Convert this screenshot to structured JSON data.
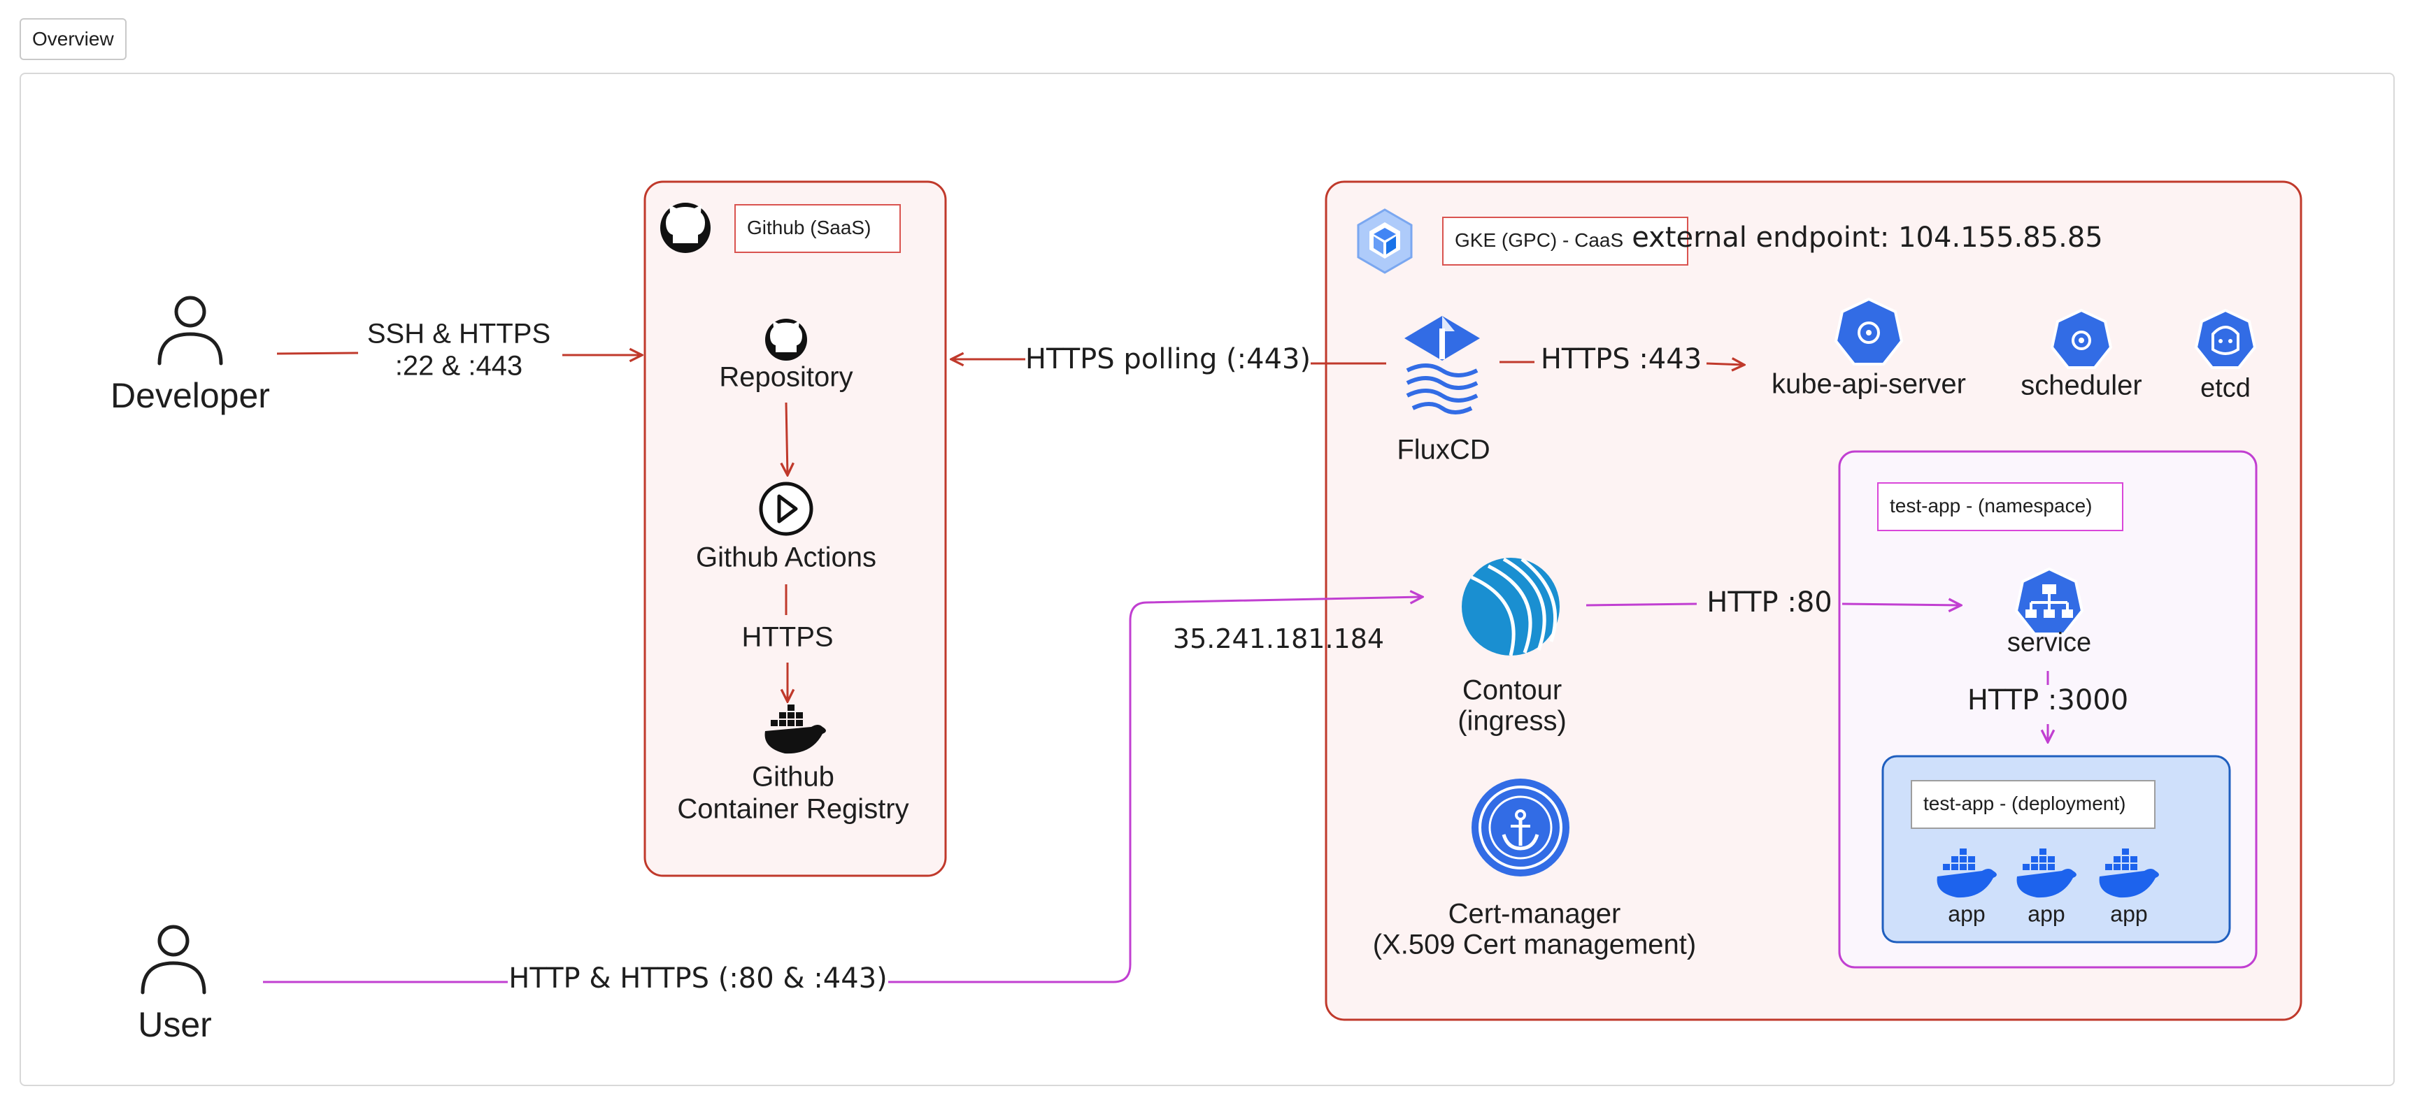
{
  "tabs": {
    "overview": "Overview"
  },
  "actors": {
    "developer": "Developer",
    "user": "User"
  },
  "github": {
    "box_label": "Github (SaaS)",
    "repository": "Repository",
    "actions": "Github Actions",
    "https": "HTTPS",
    "registry_line1": "Github",
    "registry_line2": "Container Registry"
  },
  "gke": {
    "box_label": "GKE (GPC) - CaaS",
    "external_endpoint": "external endpoint: 104.155.85.85",
    "fluxcd": "FluxCD",
    "kube_api": "kube-api-server",
    "scheduler": "scheduler",
    "etcd": "etcd",
    "contour_line1": "Contour",
    "contour_line2": "(ingress)",
    "certmanager_line1": "Cert-manager",
    "certmanager_line2": "(X.509 Cert management)"
  },
  "namespace": {
    "label": "test-app - (namespace)",
    "service": "service",
    "deployment_label": "test-app - (deployment)",
    "apps": [
      "app",
      "app",
      "app"
    ]
  },
  "edges": {
    "dev_to_github_line1": "SSH & HTTPS",
    "dev_to_github_line2": ":22 & :443",
    "https_polling": "HTTPS polling (:443)",
    "flux_to_api": "HTTPS :443",
    "contour_to_service": "HTTP :80",
    "service_to_app": "HTTP :3000",
    "ingress_ip": "35.241.181.184",
    "user_to_ingress": "HTTP & HTTPS (:80 & :443)"
  },
  "colors": {
    "red": "#c0392b",
    "pink": "#c13fd1",
    "k8s_blue": "#326ce5",
    "docker_blue": "#1d63ed",
    "gke_box_fill": "#fdf3f3",
    "deployment_fill": "#cfe0fb"
  }
}
